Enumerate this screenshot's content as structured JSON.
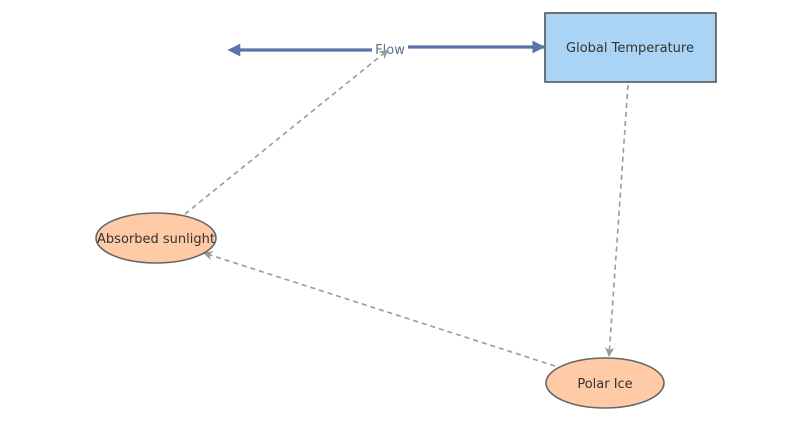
{
  "diagram": {
    "flow": {
      "label": "Flow",
      "color": "#5b74a8"
    },
    "stock": {
      "label": "Global Temperature",
      "fill": "#a9d4f5",
      "stroke": "#555555"
    },
    "variables": [
      {
        "id": "absorbed",
        "label": "Absorbed sunlight",
        "fill": "#ffcaa6",
        "stroke": "#666666"
      },
      {
        "id": "polar",
        "label": "Polar Ice",
        "fill": "#ffcaa6",
        "stroke": "#666666"
      }
    ],
    "link_color": "#9a9a9a"
  }
}
